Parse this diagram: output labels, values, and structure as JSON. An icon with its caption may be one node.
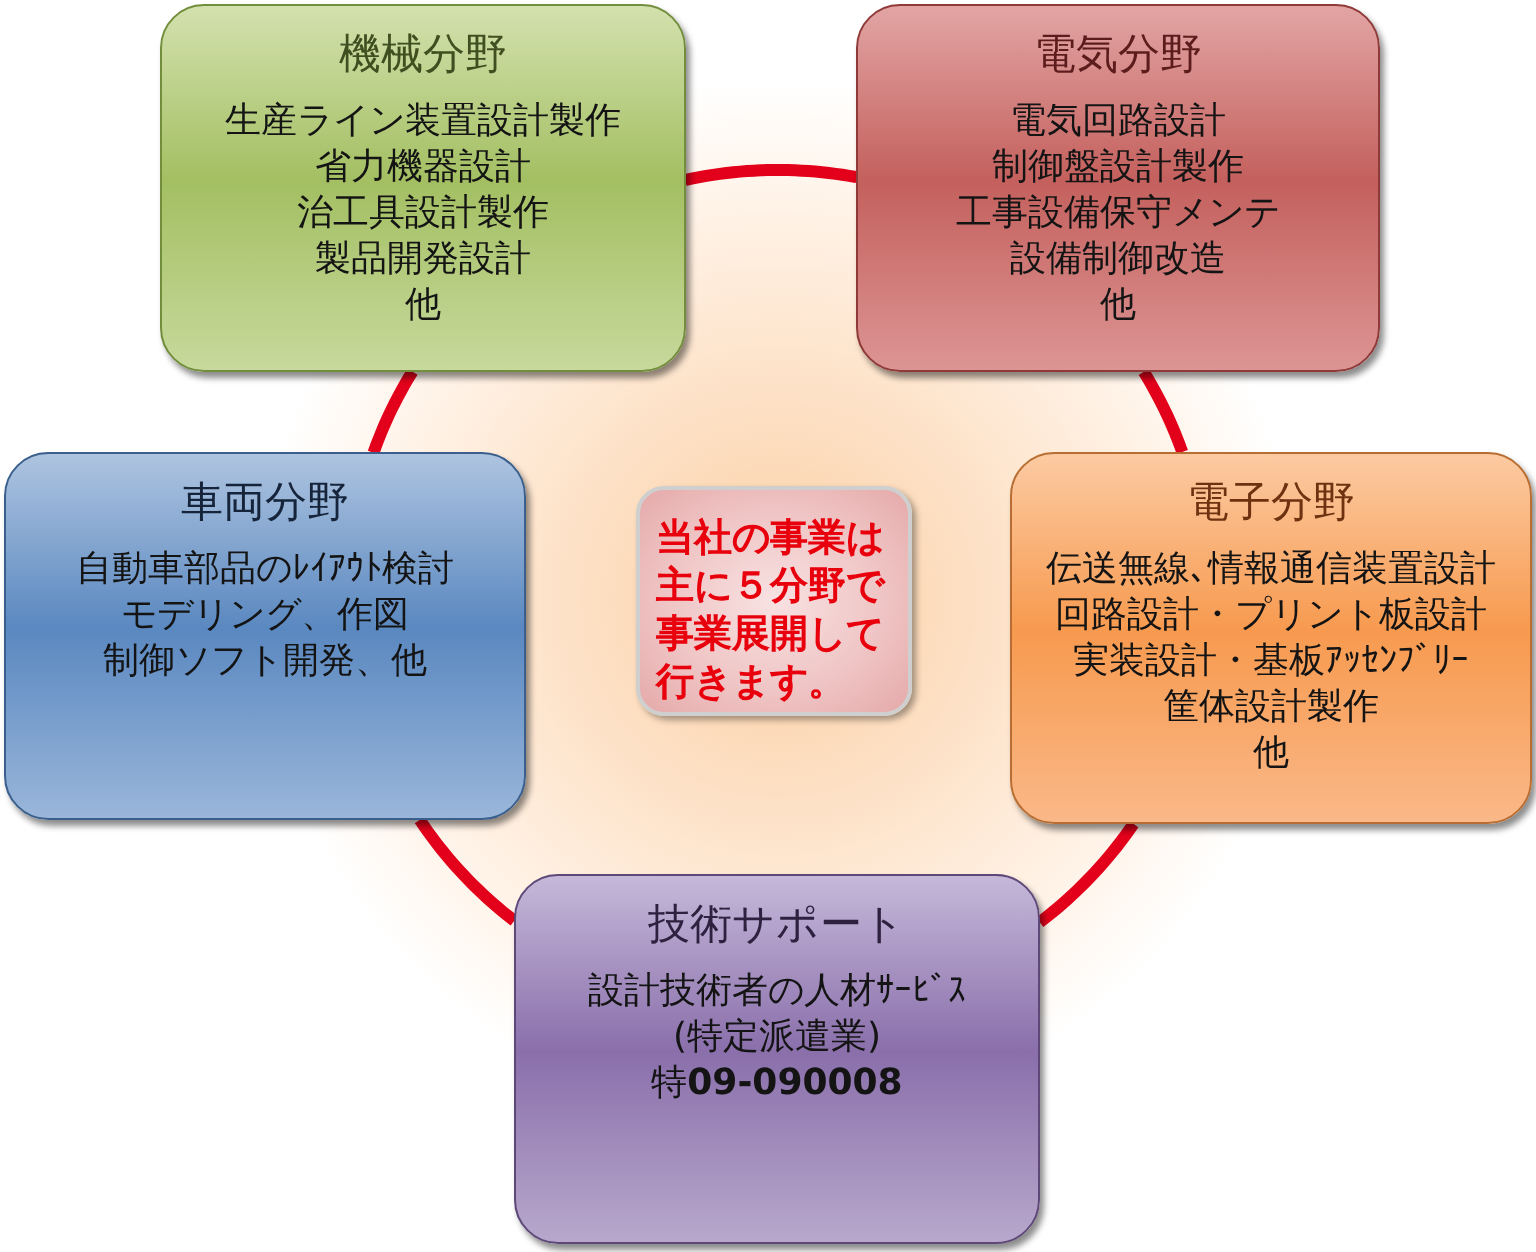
{
  "diagram": {
    "nodes": [
      {
        "text": [
          "機械分野",
          "生産ライン装置設計製作",
          "省力機器設計",
          "治工具設計製作",
          "製品開発設計",
          "他"
        ]
      },
      {
        "text": [
          "電気分野",
          "電気回路設計",
          "制御盤設計製作",
          "工事設備保守メンテ",
          "設備制御改造",
          "他"
        ]
      },
      {
        "text": [
          "車両分野",
          "自動車部品のﾚｲｱｳﾄ検討",
          "モデリング、作図",
          "制御ソフト開発、他"
        ]
      },
      {
        "text": [
          "当社の事業は主に５分野で事業展開して行きます。"
        ]
      },
      {
        "text": [
          "電子分野",
          "伝送無線､情報通信装置設計",
          "回路設計・プリント板設計",
          "実装設計・基板ｱｯｾﾝﾌﾞﾘｰ",
          "筐体設計製作",
          "他"
        ]
      },
      {
        "text": [
          "技術サポート",
          "設計技術者の人材ｻｰﾋﾞｽ",
          "(特定派遣業)",
          "特**09-090008**"
        ]
      }
    ],
    "edges": [
      {
        "from": 0,
        "to": 1,
        "arrow": "none"
      },
      {
        "from": 1,
        "to": 4,
        "arrow": "none"
      },
      {
        "from": 4,
        "to": 5,
        "arrow": "none"
      },
      {
        "from": 5,
        "to": 2,
        "arrow": "none"
      },
      {
        "from": 2,
        "to": 0,
        "arrow": "none"
      }
    ]
  }
}
